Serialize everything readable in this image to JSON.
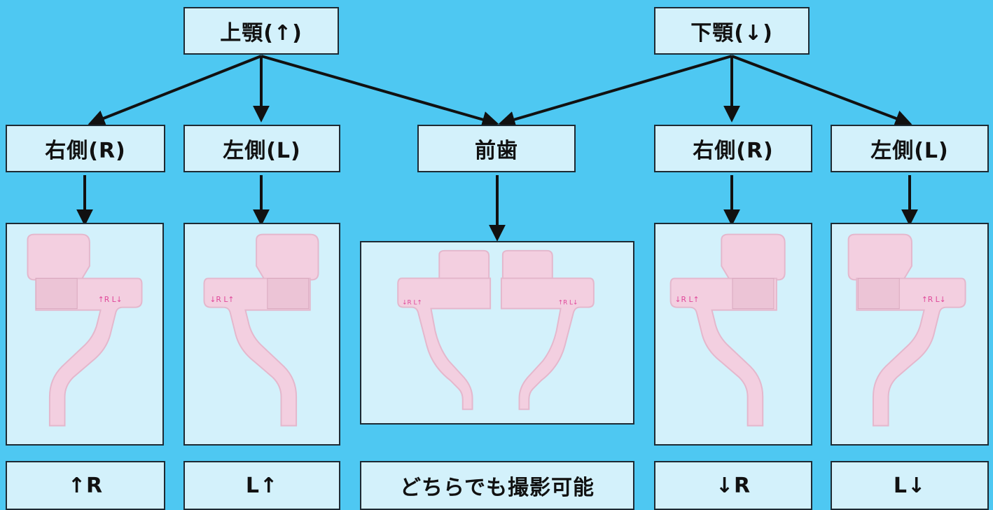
{
  "nodes": {
    "upper_jaw": "上顎(↑)",
    "lower_jaw": "下顎(↓)",
    "upper_right": "右側(R)",
    "upper_left": "左側(L)",
    "anterior": "前歯",
    "lower_right": "右側(R)",
    "lower_left": "左側(L)"
  },
  "captions": {
    "upper_right": "↑R",
    "upper_left": "L↑",
    "anterior": "どちらでも撮影可能",
    "lower_right": "↓R",
    "lower_left": "L↓"
  },
  "sensor_labels": {
    "mark_r_up": "↑R L↓",
    "mark_l_up": "↓R L↑"
  },
  "colors": {
    "background": "#4ec8f2",
    "box_fill": "#d3f1fb",
    "border": "#1d2a33",
    "arrow": "#111111",
    "holder": "#f3cfe0",
    "label_pink": "#e0489a"
  }
}
